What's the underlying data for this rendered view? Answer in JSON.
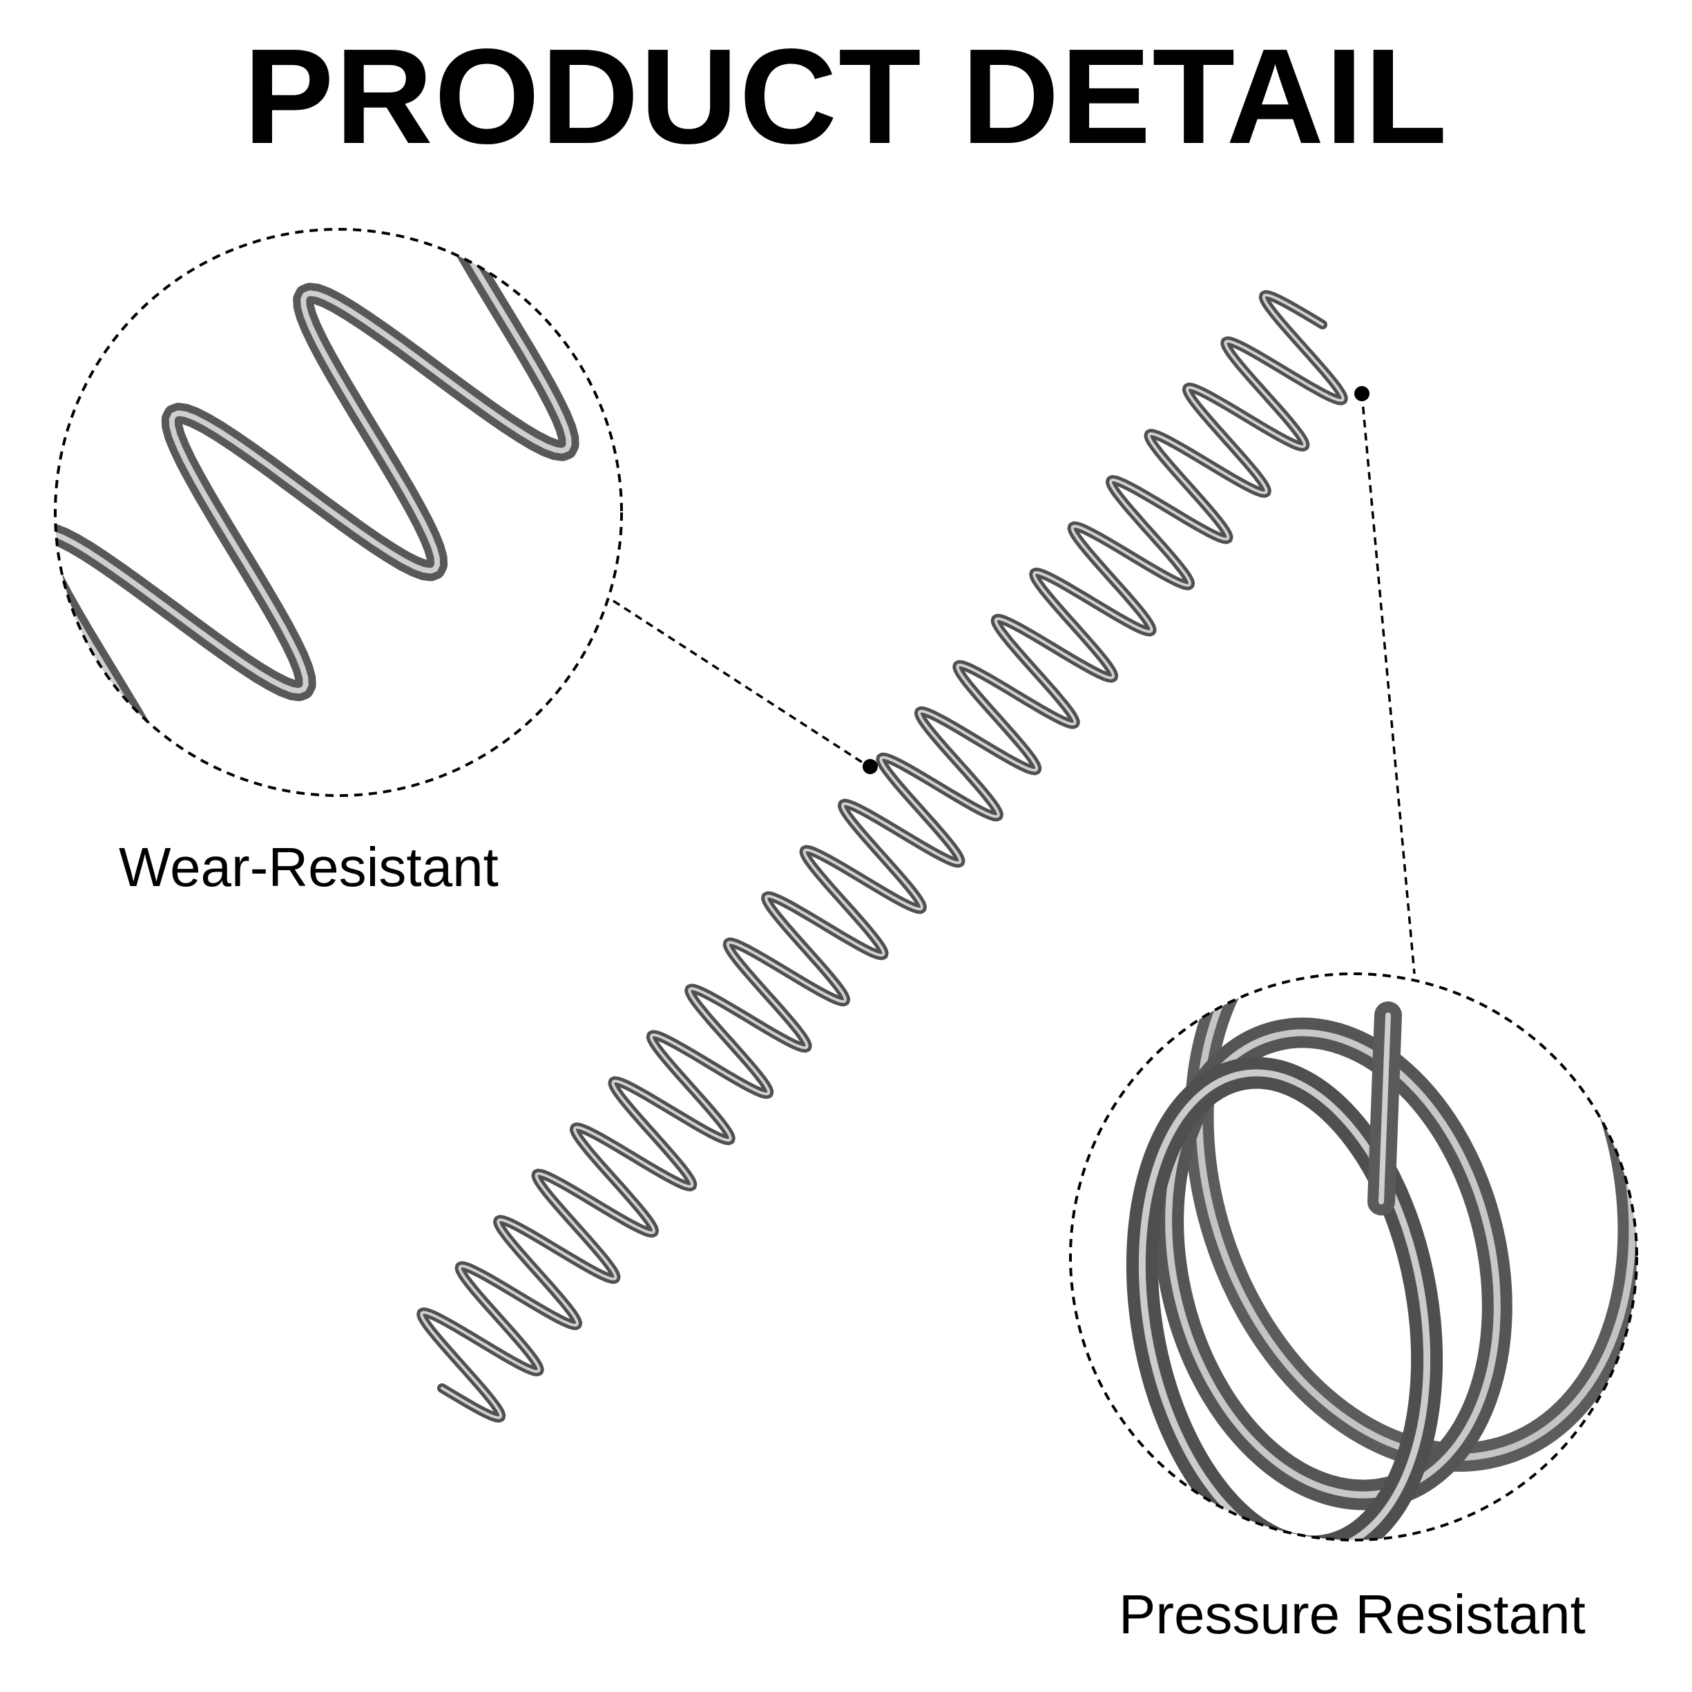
{
  "title": "PRODUCT DETAIL",
  "callouts": {
    "wear": {
      "label": "Wear-Resistant"
    },
    "pressure": {
      "label": "Pressure Resistant"
    }
  },
  "colors": {
    "text": "#000000",
    "background": "#ffffff",
    "spring_dark": "#555555",
    "spring_light": "#c8c8c8",
    "leader": "#000000"
  },
  "icons": {
    "spring": "compression-spring-icon",
    "marker": "dot-marker-icon"
  }
}
